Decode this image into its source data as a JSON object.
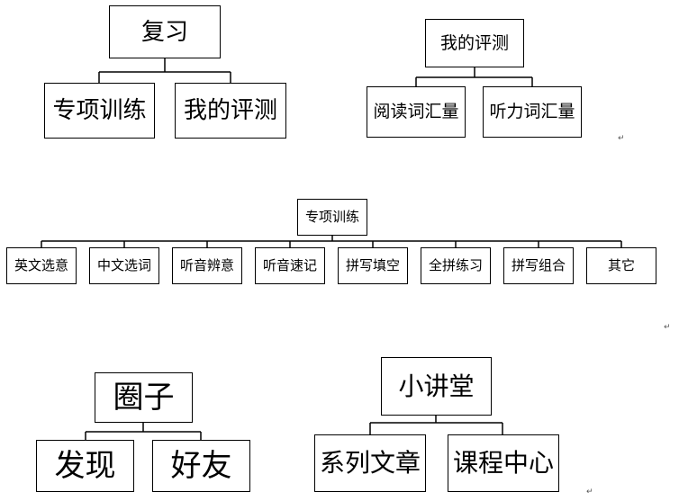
{
  "diagrams": {
    "review": {
      "root": "复习",
      "children": [
        "专项训练",
        "我的评测"
      ]
    },
    "evaluation": {
      "root": "我的评测",
      "children": [
        "阅读词汇量",
        "听力词汇量"
      ]
    },
    "special_training": {
      "root": "专项训练",
      "children": [
        "英文选意",
        "中文选词",
        "听音辨意",
        "听音速记",
        "拼写填空",
        "全拼练习",
        "拼写组合",
        "其它"
      ]
    },
    "circle": {
      "root": "圈子",
      "children": [
        "发现",
        "好友"
      ]
    },
    "lecture_hall": {
      "root": "小讲堂",
      "children": [
        "系列文章",
        "课程中心"
      ]
    }
  },
  "paragraph_mark": "↵"
}
